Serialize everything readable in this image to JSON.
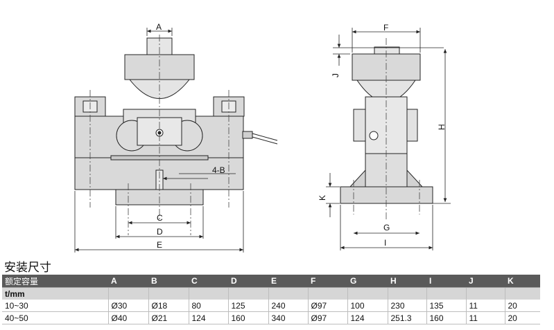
{
  "drawing": {
    "dimension_labels": {
      "A": "A",
      "B": "4-B",
      "C": "C",
      "D": "D",
      "E": "E",
      "F": "F",
      "G": "G",
      "H": "H",
      "I": "I",
      "J": "J",
      "K": "K"
    },
    "line_color": "#222222",
    "fill_color": "#d9d9d9"
  },
  "section_title": "安装尺寸",
  "table": {
    "headers": [
      "额定容量",
      "A",
      "B",
      "C",
      "D",
      "E",
      "F",
      "G",
      "H",
      "I",
      "J",
      "K"
    ],
    "unit_row": [
      "t/mm",
      "",
      "",
      "",
      "",
      "",
      "",
      "",
      "",
      "",
      "",
      ""
    ],
    "rows": [
      [
        "10~30",
        "Ø30",
        "Ø18",
        "80",
        "125",
        "240",
        "Ø97",
        "100",
        "230",
        "135",
        "11",
        "20"
      ],
      [
        "40~50",
        "Ø40",
        "Ø21",
        "124",
        "160",
        "340",
        "Ø97",
        "124",
        "251.3",
        "160",
        "11",
        "20"
      ]
    ],
    "header_bg": "#5a5a5a",
    "unit_bg": "#d6d6d6"
  }
}
